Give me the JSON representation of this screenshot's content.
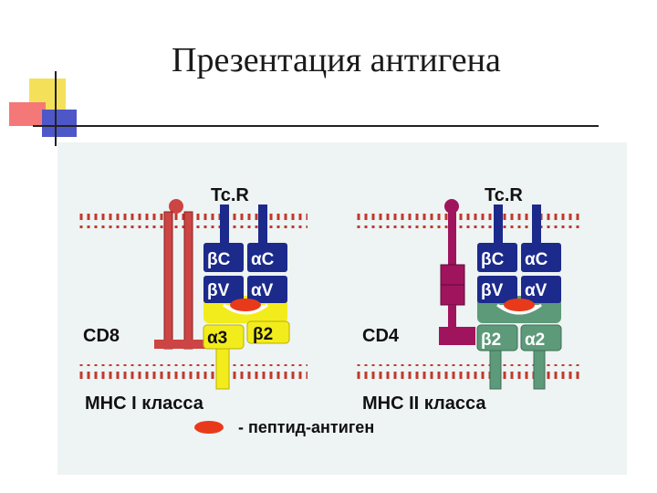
{
  "slide": {
    "title": "Презентация антигена"
  },
  "diagram": {
    "left": {
      "tcr_label": "Tc.R",
      "coreceptor_label": "CD8",
      "beta_c": "βC",
      "alpha_c": "αC",
      "beta_v": "βV",
      "alpha_v": "αV",
      "mhc_left_domain": "α3",
      "mhc_right_domain": "β2",
      "mhc_label": "МНС I класса"
    },
    "right": {
      "tcr_label": "Tc.R",
      "coreceptor_label": "CD4",
      "beta_c": "βC",
      "alpha_c": "αC",
      "beta_v": "βV",
      "alpha_v": "αV",
      "mhc_left_domain": "β2",
      "mhc_right_domain": "α2",
      "mhc_label": "МНС II класса"
    },
    "legend": {
      "text": "- пептид-антиген"
    },
    "colors": {
      "tcr": "#1c2a8c",
      "cd8": "#cc4444",
      "cd4": "#a0145e",
      "mhc1": "#f3ec1c",
      "mhc2": "#5d9a7a",
      "peptide": "#e83a1a",
      "membrane": "#c0392b"
    }
  }
}
